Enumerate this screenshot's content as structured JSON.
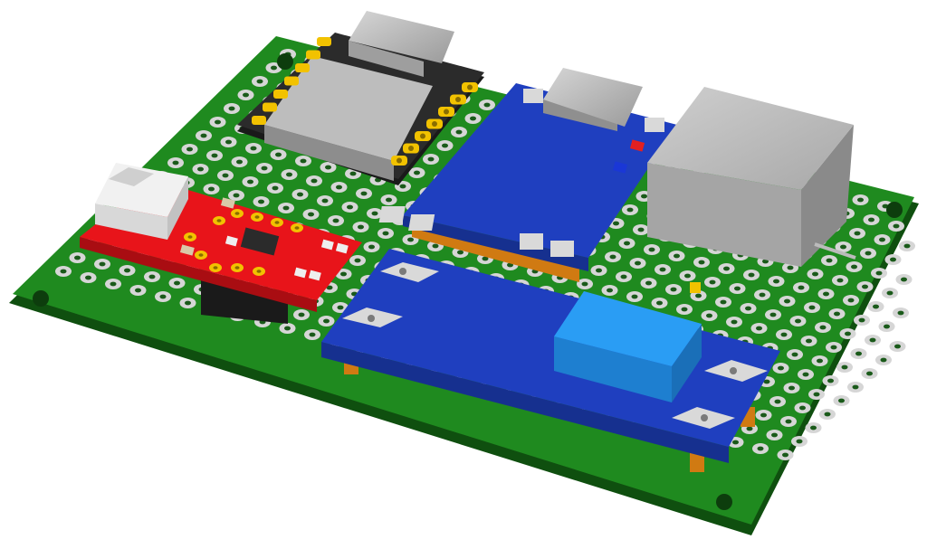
{
  "scene": {
    "description_text": "",
    "colors": {
      "background": "#ffffff",
      "pcb_green": "#1f8a1f",
      "pcb_green_dark": "#146414",
      "pcb_edge": "#0f4f0f",
      "pad_silver": "#d9d9d9",
      "module_blue": "#1f3fbf",
      "module_blue_dark": "#16308f",
      "sensor_red": "#e8141a",
      "sensor_red_dark": "#a90d12",
      "mcu_black": "#222222",
      "shield_gray": "#b5b5b5",
      "pin_gold": "#f2c200",
      "copper": "#d07a12",
      "trimpot_blue": "#2a9df4",
      "connector_white": "#eeeeee",
      "jack_gray": "#c8c8c8"
    },
    "components": [
      "perfboard",
      "mcu-module",
      "usb-c-charger-module",
      "dc-jack",
      "sensor-breakout",
      "jst-connector",
      "buck-converter-module",
      "trimpot"
    ]
  }
}
